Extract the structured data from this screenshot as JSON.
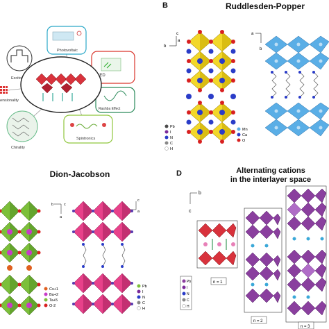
{
  "panelB": {
    "letter": "B",
    "title": "Ruddlesden-Popper",
    "axes_left": {
      "c": "c",
      "b": "b",
      "a": "a"
    },
    "axes_right": {
      "a": "a",
      "b": "b"
    },
    "legend_left": [
      "Pb",
      "I",
      "N",
      "C",
      "H"
    ],
    "legend_right": [
      "Mn",
      "Ca",
      "O"
    ]
  },
  "panelA": {
    "labels": [
      "Photovoltaic",
      "LED",
      "Rashba Effect",
      "Spintronics",
      "Chirality",
      "Exciton",
      "dimensionality"
    ]
  },
  "panelC": {
    "title": "Dion-Jacobson",
    "axes_left": {
      "b": "b",
      "a": "a",
      "c": "c"
    },
    "axes_right": {
      "c": "c",
      "b": "b",
      "a": "a"
    },
    "legend_left": [
      "Cs+1",
      "Ba+2",
      "Ta+5",
      "O-2"
    ],
    "legend_right": [
      "Pb",
      "I",
      "N",
      "C",
      "H"
    ]
  },
  "panelD": {
    "letter": "D",
    "title_line1": "Alternating cations",
    "title_line2": "in the interlayer space",
    "axes": {
      "b": "b",
      "c": "c"
    },
    "n_labels": [
      "n = 1",
      "n = 2",
      "n = 3"
    ],
    "legend": [
      "Pb",
      "I",
      "N",
      "C",
      "H"
    ]
  },
  "colors": {
    "yellow_oct": "#f2d72a",
    "blue_oct": "#5aaee6",
    "green_oct": "#7cbf3a",
    "pink_oct": "#e8418a",
    "red_oct": "#d8323c",
    "purple_oct": "#8a3f9e",
    "red_atom": "#d82020",
    "blue_atom": "#2a3cc8"
  }
}
